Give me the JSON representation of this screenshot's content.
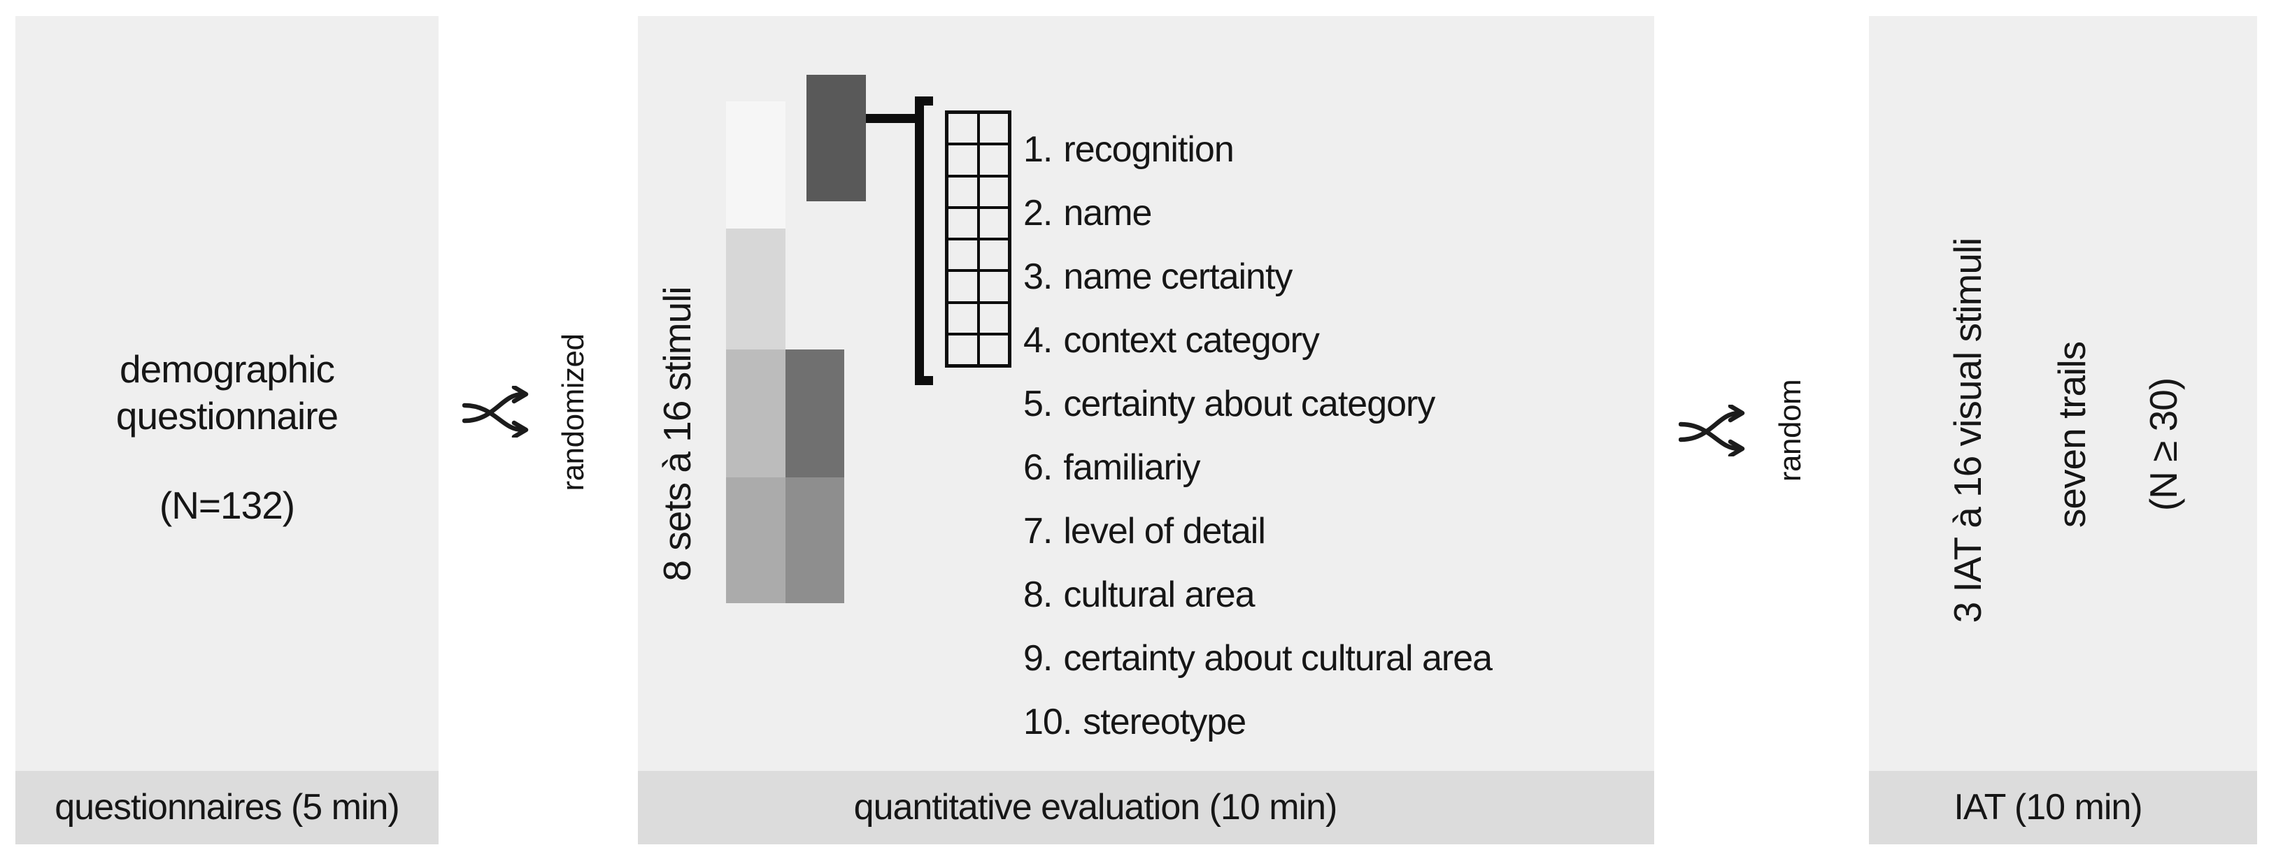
{
  "panels": {
    "left": {
      "title_line1": "demographic",
      "title_line2": "questionnaire",
      "sample_size": "(N=132)",
      "footer": "questionnaires (5 min)"
    },
    "middle": {
      "rotated_label": "8 sets à 16 stimuli",
      "footer": "quantitative evaluation (10 min)",
      "evaluation_steps": [
        {
          "number": "1.",
          "label": "recognition"
        },
        {
          "number": "2.",
          "label": "name"
        },
        {
          "number": "3.",
          "label": "name certainty"
        },
        {
          "number": "4.",
          "label": "context category"
        },
        {
          "number": "5.",
          "label": "certainty about category"
        },
        {
          "number": "6.",
          "label": "familiariy"
        },
        {
          "number": "7.",
          "label": "level of detail"
        },
        {
          "number": "8.",
          "label": "cultural area"
        },
        {
          "number": "9.",
          "label": "certainty about cultural area"
        },
        {
          "number": "10.",
          "label": "stereotype"
        }
      ],
      "stimulus_grid": {
        "rows": 8,
        "cols": 2
      },
      "swatch_colors": {
        "column1": [
          "#f6f6f6",
          "#d7d7d7",
          "#bcbcbc",
          "#ababab"
        ],
        "column2": [
          "#707070",
          "#8e8e8e"
        ],
        "highlight": "#595959"
      }
    },
    "right": {
      "rotated_label_stimuli": "3 IAT à 16 visual stimuli",
      "rotated_label_trails": "seven trails",
      "rotated_label_sample": "(N ≥ 30)",
      "footer": "IAT (10 min)"
    }
  },
  "connectors": {
    "left_shuffle_label": "randomized",
    "right_shuffle_label": "random"
  },
  "colors": {
    "panel_background": "#efefef",
    "footer_background": "#dcdcdc",
    "ink": "#0d0d0d"
  }
}
